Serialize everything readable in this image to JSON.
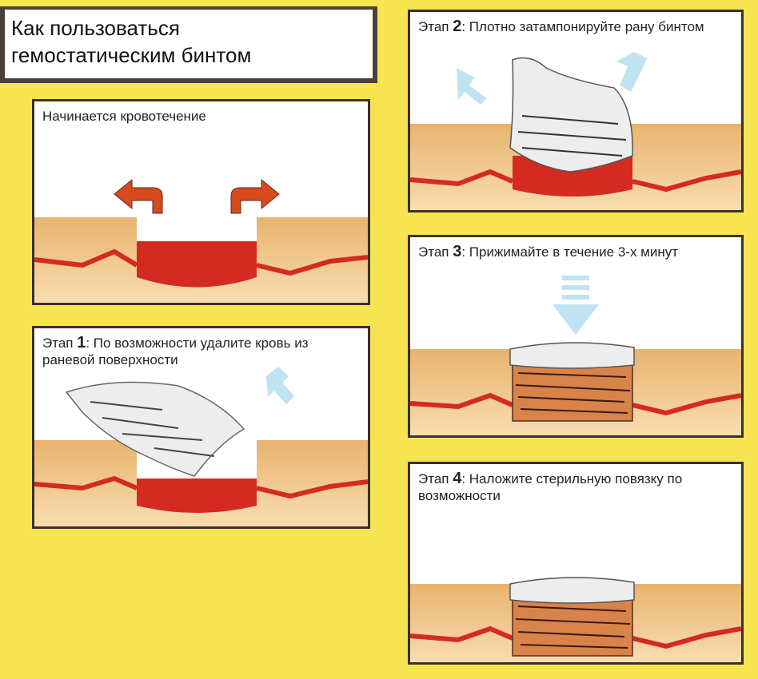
{
  "title": {
    "line1": "Как пользоваться",
    "line2": "гемостатическим бинтом"
  },
  "panels": [
    {
      "pre": "Начинается кровотечение",
      "num": "",
      "text": ""
    },
    {
      "pre": "Этап ",
      "num": "1",
      "text": ": По возможности удалите кровь из раневой поверхности"
    },
    {
      "pre": "Этап ",
      "num": "2",
      "text": ": Плотно затампонируйте рану бинтом"
    },
    {
      "pre": "Этап ",
      "num": "3",
      "text": ": Прижимайте в течение 3-х минут"
    },
    {
      "pre": "Этап ",
      "num": "4",
      "text": ": Наложите стерильную повязку по возможности"
    }
  ],
  "colors": {
    "background": "#F7E451",
    "skin": "#F3C98A",
    "blood": "#D42A22",
    "arrow_red": "#D84A1E",
    "arrow_blue": "#BFE3F0",
    "gauze": "#EDEDED",
    "packed_gauze": "#D8834A"
  }
}
